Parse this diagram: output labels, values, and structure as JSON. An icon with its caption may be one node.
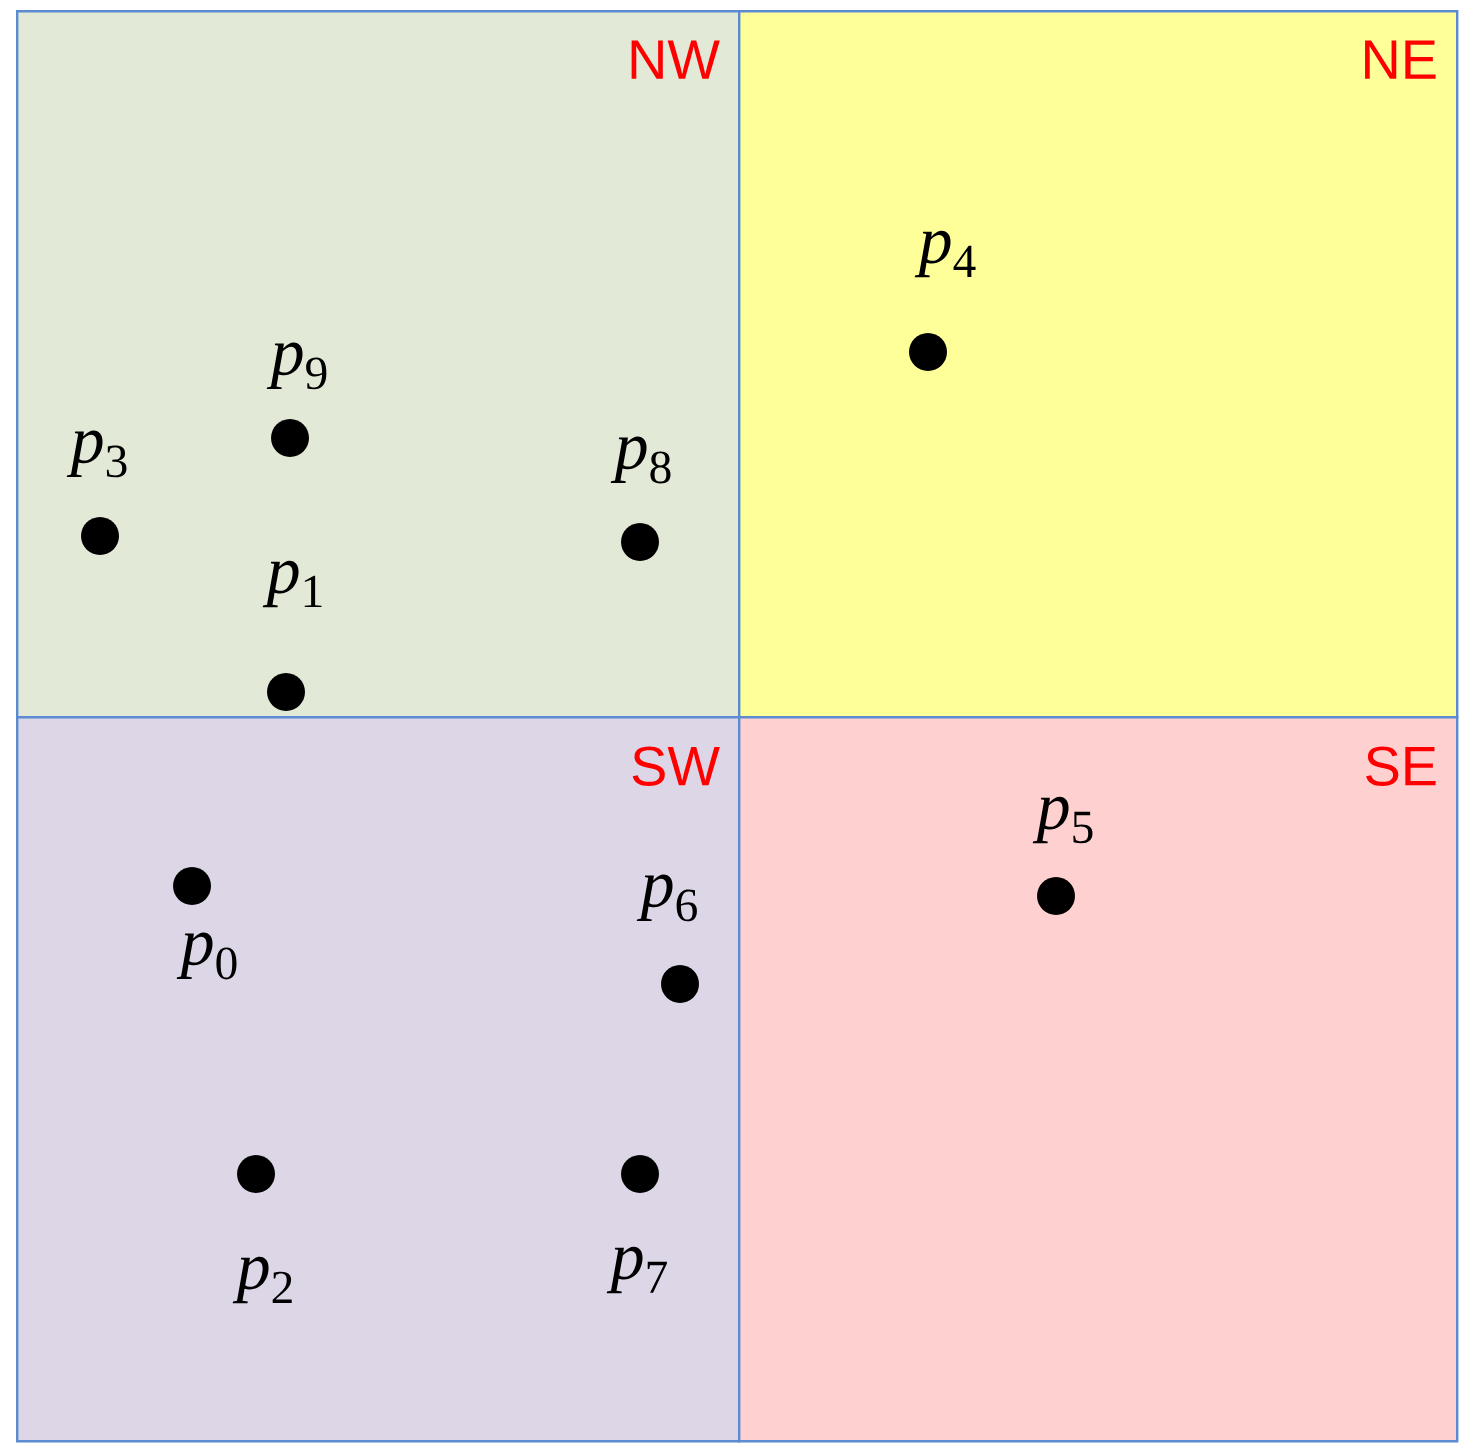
{
  "diagram": {
    "nodes": [
      {
        "text": [
          "NW"
        ]
      },
      {
        "text": [
          "NE"
        ]
      },
      {
        "text": [
          "SW"
        ]
      },
      {
        "text": [
          "SE"
        ]
      },
      {
        "text": [],
        "shape": "circle",
        "beside": [
          "*p*$_{4}$"
        ],
        "in": 1
      },
      {
        "text": [],
        "shape": "circle",
        "beside": [
          "*p*$_{9}$"
        ],
        "in": 0
      },
      {
        "text": [],
        "shape": "circle",
        "beside": [
          "*p*$_{3}$"
        ],
        "in": 0
      },
      {
        "text": [],
        "shape": "circle",
        "beside": [
          "*p*$_{8}$"
        ],
        "in": 0
      },
      {
        "text": [],
        "shape": "circle",
        "beside": [
          "*p*$_{1}$"
        ],
        "in": 0
      },
      {
        "text": [],
        "shape": "circle",
        "beside": [
          "*p*$_{5}$"
        ],
        "in": 3
      },
      {
        "text": [],
        "shape": "circle",
        "beside": [
          "*p*$_{0}$"
        ],
        "in": 2
      },
      {
        "text": [],
        "shape": "circle",
        "beside": [
          "*p*$_{6}$"
        ],
        "in": 2
      },
      {
        "text": [],
        "shape": "circle",
        "beside": [
          "*p*$_{2}$"
        ],
        "in": 2
      },
      {
        "text": [],
        "shape": "circle",
        "beside": [
          "*p*$_{7}$"
        ],
        "in": 2
      }
    ]
  }
}
